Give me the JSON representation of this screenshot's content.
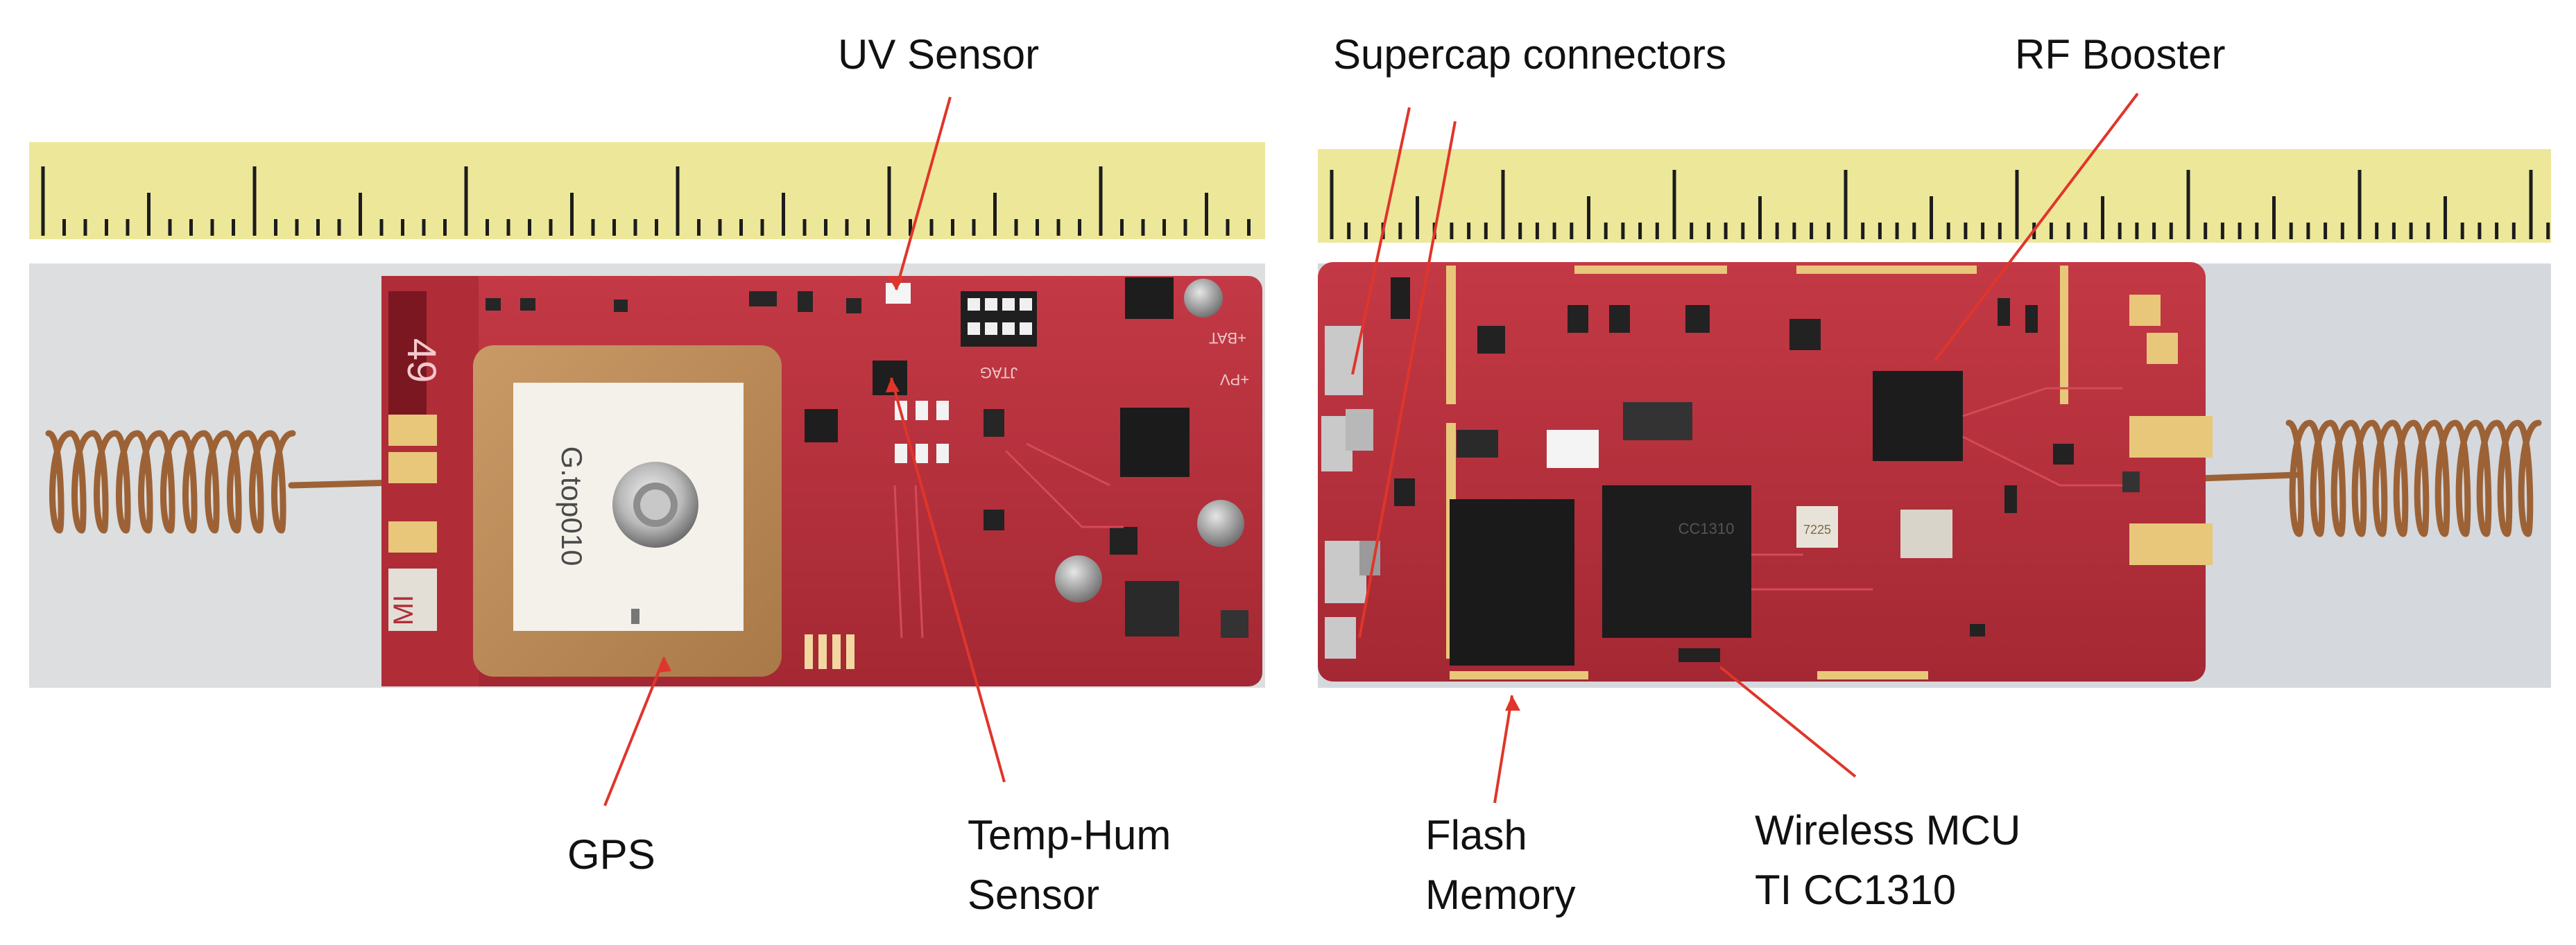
{
  "figure": {
    "labels": {
      "uv_sensor": "UV Sensor",
      "supercap_connectors": "Supercap connectors",
      "rf_booster": "RF Booster",
      "gps": "GPS",
      "temp_hum_line1": "Temp-Hum",
      "temp_hum_line2": "Sensor",
      "flash_line1": "Flash",
      "flash_line2": "Memory",
      "mcu_line1": "Wireless MCU",
      "mcu_line2": "TI CC1310"
    },
    "board_markings": {
      "board_number": "49",
      "gps_module_text": "G.top010",
      "jtag": "JTAG",
      "bat": "+BAT",
      "pv": "+PV",
      "mcu_chip_text": "CC1310",
      "crystal_text": "7225",
      "mark_mi": "MI"
    },
    "colors": {
      "pcb": "#b8303a",
      "pcb_dark": "#8f1f2a",
      "ruler": "#ede79a",
      "callout_line": "#e0352b",
      "gold": "#e8c77a",
      "antenna": "#a66a3c",
      "background": "#d9dbdd"
    }
  }
}
